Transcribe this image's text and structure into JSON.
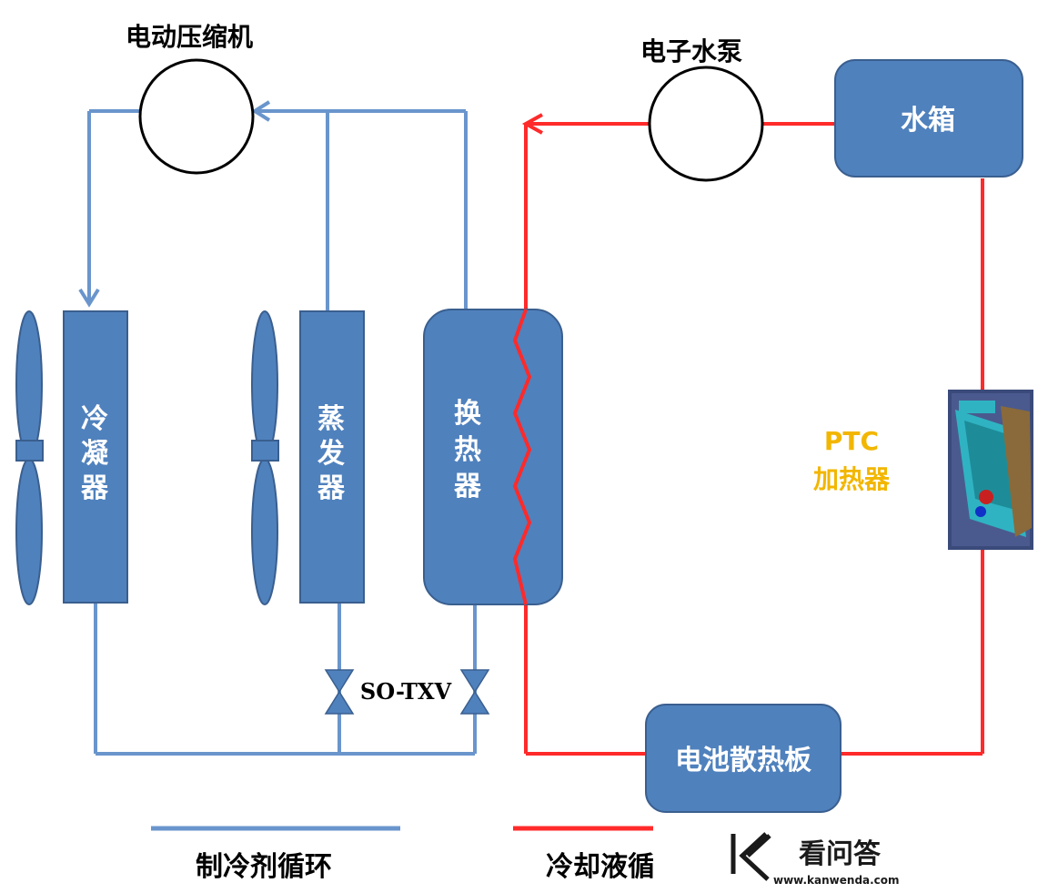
{
  "labels": {
    "compressor": "电动压缩机",
    "water_pump": "电子水泵",
    "water_tank": "水箱",
    "condenser": [
      "冷",
      "凝",
      "器"
    ],
    "evaporator": [
      "蒸",
      "发",
      "器"
    ],
    "heat_exchanger": [
      "换",
      "热",
      "器"
    ],
    "valve": "SO-TXV",
    "ptc_line1": "PTC",
    "ptc_line2": "加热器",
    "battery_plate": "电池散热板"
  },
  "legend": {
    "refrigerant": "制冷剂循环",
    "coolant": "冷却液循"
  },
  "watermark": {
    "brand": "看问答",
    "url": "www.kanwenda.com"
  },
  "colors": {
    "refrigerant_line": "#5b8cc7",
    "coolant_line": "#ff2020",
    "component_fill": "#4f81bd",
    "component_stroke": "#3a5f8f",
    "ptc_label": "#f2b600"
  },
  "icons": [
    "fan-icon",
    "expansion-valve-icon",
    "ptc-heater-image",
    "kanwenda-logo-icon"
  ]
}
